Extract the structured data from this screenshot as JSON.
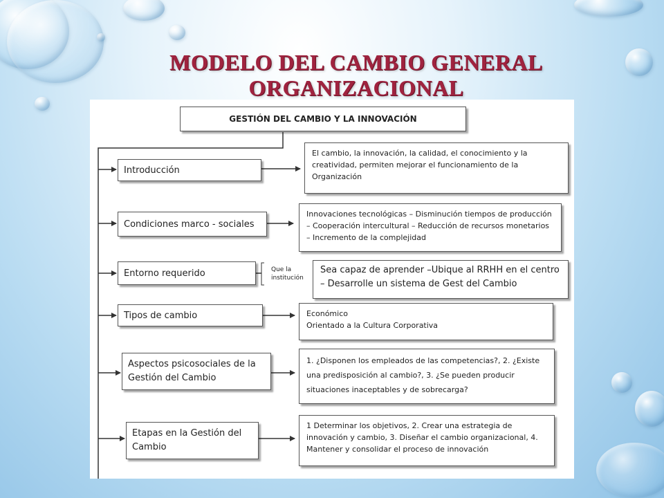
{
  "title": "MODELO DEL CAMBIO GENERAL ORGANIZACIONAL",
  "diagram": {
    "header": "GESTIÓN DEL CAMBIO Y LA INNOVACIÓN",
    "rows": [
      {
        "label": "Introducción",
        "detail": "El cambio, la innovación, la calidad, el conocimiento y la creatividad, permiten mejorar el funcionamiento de la Organización"
      },
      {
        "label": "Condiciones marco - sociales",
        "detail": "Innovaciones tecnológicas – Disminución tiempos de producción – Cooperación intercultural – Reducción de recursos monetarios – Incremento de la complejidad"
      },
      {
        "label": "Entorno requerido",
        "note": "Que la institución",
        "detail": "Sea capaz de aprender –Ubique al RRHH en el centro – Desarrolle un sistema de Gest del Cambio"
      },
      {
        "label": "Tipos de cambio",
        "detail_lines": [
          "Económico",
          "Orientado a la Cultura Corporativa"
        ]
      },
      {
        "label": "Aspectos psicosociales de la Gestión del Cambio",
        "detail": "1. ¿Disponen los empleados de las competencias?, 2. ¿Existe una predisposición al cambio?, 3. ¿Se pueden producir situaciones inaceptables y de sobrecarga?"
      },
      {
        "label": "Etapas en la Gestión del Cambio",
        "detail": "1 Determinar los objetivos, 2. Crear una estrategia de innovación y cambio, 3. Diseñar el cambio organizacional, 4. Mantener y consolidar el proceso de innovación"
      }
    ]
  },
  "colors": {
    "title": "#a0233f",
    "line": "#333333"
  }
}
